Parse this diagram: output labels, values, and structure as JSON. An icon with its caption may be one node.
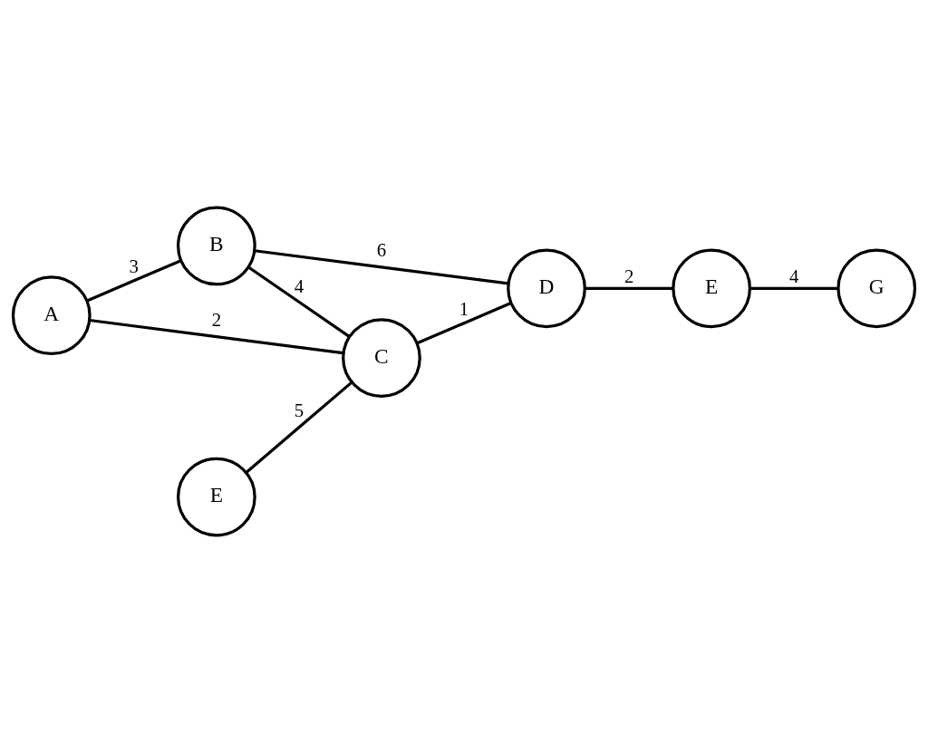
{
  "diagram": {
    "nodes": [
      {
        "text": [
          "A"
        ]
      },
      {
        "text": [
          "B"
        ]
      },
      {
        "text": [
          "E"
        ]
      },
      {
        "text": [
          "D"
        ]
      },
      {
        "text": [
          "E"
        ]
      },
      {
        "text": [
          "C"
        ]
      },
      {
        "text": [
          "G"
        ]
      }
    ],
    "edges": [
      {
        "from": 0,
        "to": 1,
        "arrow": "none",
        "label": "3"
      },
      {
        "from": 0,
        "to": 5,
        "arrow": "none",
        "label": "2"
      },
      {
        "from": 1,
        "to": 5,
        "arrow": "none",
        "label": "4"
      },
      {
        "from": 1,
        "to": 3,
        "arrow": "none",
        "label": "6"
      },
      {
        "from": 4,
        "to": 5,
        "arrow": "none",
        "label": "5"
      },
      {
        "from": 5,
        "to": 3,
        "arrow": "none",
        "label": "1"
      },
      {
        "from": 3,
        "to": 2,
        "arrow": "none",
        "label": "2"
      },
      {
        "from": 2,
        "to": 6,
        "arrow": "none",
        "label": "4"
      }
    ]
  }
}
